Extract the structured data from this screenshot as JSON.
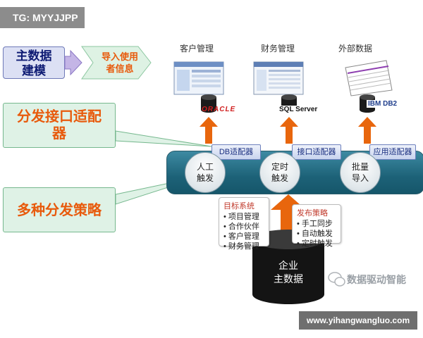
{
  "watermark": {
    "tag": "TG: MYYJJPP",
    "url": "www.yihangwangluo.com",
    "brand": "数据驱动智能"
  },
  "labels": {
    "master_data_modeling": [
      "主数据",
      "建模"
    ],
    "import_info": [
      "导入使用",
      "者信息"
    ],
    "dispatch_adapter": [
      "分发接口适配",
      "器"
    ],
    "strategies": "多种分发策略"
  },
  "target_systems": [
    {
      "label": "客户管理",
      "logo": "ORACLE"
    },
    {
      "label": "财务管理",
      "logo": "SQL Server"
    },
    {
      "label": "外部数据",
      "logo": "IBM DB2"
    }
  ],
  "triggers": [
    {
      "label": [
        "人工",
        "触发"
      ],
      "adapter": "DB适配器"
    },
    {
      "label": [
        "定时",
        "触发"
      ],
      "adapter": "接口适配器"
    },
    {
      "label": [
        "批量",
        "导入"
      ],
      "adapter": "应用适配器"
    }
  ],
  "target_list": {
    "title": "目标系统",
    "items": [
      "项目管理",
      "合作伙伴",
      "客户管理",
      "财务管理"
    ]
  },
  "publish_strategy": {
    "title": "发布策略",
    "items": [
      "手工同步",
      "自动触发",
      "定时触发"
    ]
  },
  "enterprise_db": [
    "企业",
    "主数据"
  ],
  "colors": {
    "orange_arrow": "#e8660d",
    "bar": "#1d6278",
    "accent_text": "#e85a0c",
    "navy": "#0d1a73"
  }
}
